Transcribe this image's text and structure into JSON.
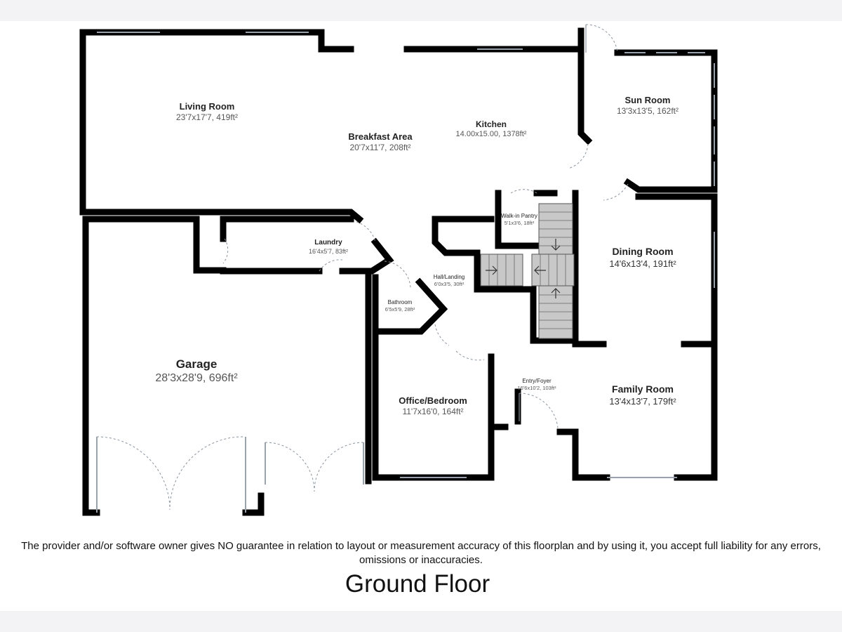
{
  "floor_title": "Ground Floor",
  "disclaimer": "The provider and/or software owner gives NO guarantee in relation to layout or measurement accuracy of this floorplan and by using it, you accept full liability for any errors, omissions or inaccuracies.",
  "rooms": {
    "living_room": {
      "name": "Living Room",
      "size": "23'7x17'7, 419ft²"
    },
    "breakfast_area": {
      "name": "Breakfast Area",
      "size": "20'7x11'7, 208ft²"
    },
    "kitchen": {
      "name": "Kitchen",
      "size": "14.00x15.00, 1378ft²"
    },
    "sun_room": {
      "name": "Sun Room",
      "size": "13'3x13'5, 162ft²"
    },
    "walk_in_pantry": {
      "name": "Walk-in Pantry",
      "size": "5'1x3'6, 18ft²"
    },
    "laundry": {
      "name": "Laundry",
      "size": "16'4x5'7, 83ft²"
    },
    "hall_landing": {
      "name": "Hall/Landing",
      "size": "6'0x3'5, 30ft²"
    },
    "bathroom": {
      "name": "Bathroom",
      "size": "6'5x5'9, 28ft²"
    },
    "dining_room": {
      "name": "Dining Room",
      "size": "14'6x13'4, 191ft²"
    },
    "garage": {
      "name": "Garage",
      "size": "28'3x28'9, 696ft²"
    },
    "office_bedroom": {
      "name": "Office/Bedroom",
      "size": "11'7x16'0, 164ft²"
    },
    "entry_foyer": {
      "name": "Entry/Foyer",
      "size": "16'6x10'2, 103ft²"
    },
    "family_room": {
      "name": "Family Room",
      "size": "13'4x13'7, 179ft²"
    }
  },
  "colors": {
    "wall": "#000000",
    "window": "#9aa3ad",
    "stair": "#c8c8c8",
    "background": "#ffffff"
  }
}
